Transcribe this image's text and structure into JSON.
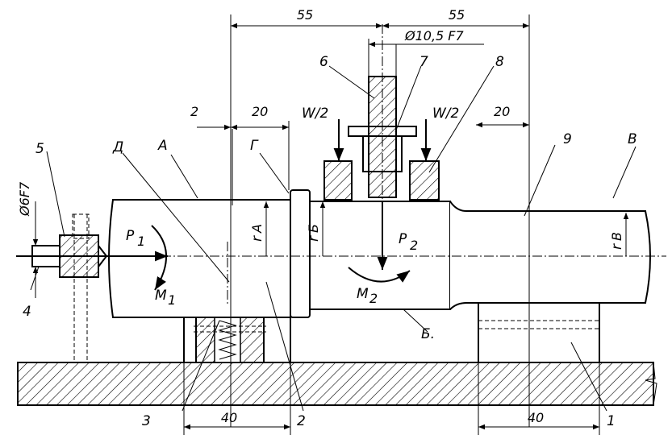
{
  "dimensions": {
    "top_left": "55",
    "top_right": "55",
    "pin_diameter": "Ø10,5 F7",
    "left_pin_diameter": "Ø6F7",
    "left_gap": "2",
    "collar_20": "20",
    "right_20": "20",
    "bottom_left_40": "40",
    "bottom_right_40": "40"
  },
  "part_numbers": {
    "n1": "1",
    "n2": "2",
    "n3": "3",
    "n4": "4",
    "n5": "5",
    "n6": "6",
    "n7": "7",
    "n8": "8",
    "n9": "9"
  },
  "surfaces": {
    "A": "А",
    "B": "Б.",
    "V": "В",
    "G": "Г",
    "D": "Д"
  },
  "forces": {
    "w_left": "W/2",
    "w_right": "W/2",
    "p1_letter": "P",
    "p1_sub": "1",
    "p2_letter": "P",
    "p2_sub": "2",
    "m1_letter": "M",
    "m1_sub": "1",
    "m2_letter": "M",
    "m2_sub": "2"
  },
  "radii": {
    "rA": "r",
    "rA_sub": "A",
    "rB": "r",
    "rB_sub": "Б",
    "rV": "r",
    "rV_sub": "B"
  }
}
